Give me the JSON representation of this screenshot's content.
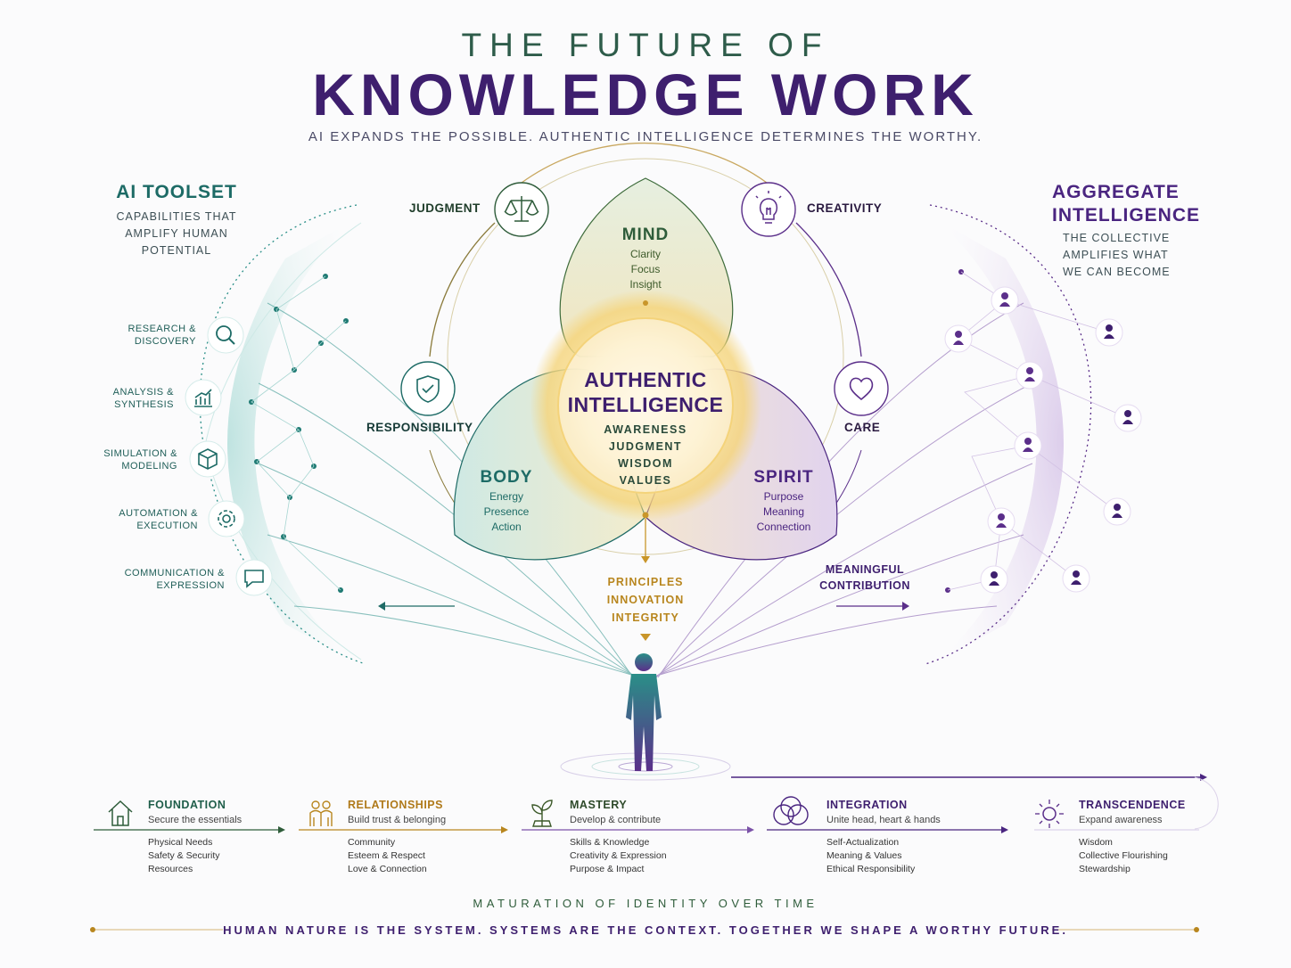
{
  "header": {
    "line1": "THE FUTURE OF",
    "line2": "KNOWLEDGE WORK",
    "tagline": "AI EXPANDS THE POSSIBLE. AUTHENTIC INTELLIGENCE DETERMINES THE WORTHY."
  },
  "left_panel": {
    "title": "AI TOOLSET",
    "lines": [
      "CAPABILITIES THAT",
      "AMPLIFY HUMAN",
      "POTENTIAL"
    ],
    "tools": [
      {
        "l1": "RESEARCH &",
        "l2": "DISCOVERY",
        "icon": "search-icon"
      },
      {
        "l1": "ANALYSIS &",
        "l2": "SYNTHESIS",
        "icon": "chart-icon"
      },
      {
        "l1": "SIMULATION &",
        "l2": "MODELING",
        "icon": "cube-icon"
      },
      {
        "l1": "AUTOMATION &",
        "l2": "EXECUTION",
        "icon": "gear-icon"
      },
      {
        "l1": "COMMUNICATION &",
        "l2": "EXPRESSION",
        "icon": "chat-icon"
      }
    ]
  },
  "right_panel": {
    "title1": "AGGREGATE",
    "title2": "INTELLIGENCE",
    "lines": [
      "THE COLLECTIVE",
      "AMPLIFIES WHAT",
      "WE CAN BECOME"
    ]
  },
  "nodes": {
    "judgment": "JUDGMENT",
    "creativity": "CREATIVITY",
    "responsibility": "RESPONSIBILITY",
    "care": "CARE"
  },
  "center": {
    "title1": "AUTHENTIC",
    "title2": "INTELLIGENCE",
    "items": [
      "AWARENESS",
      "JUDGMENT",
      "WISDOM",
      "VALUES"
    ]
  },
  "mind": {
    "title": "MIND",
    "items": [
      "Clarity",
      "Focus",
      "Insight"
    ]
  },
  "body_lobe": {
    "title": "BODY",
    "items": [
      "Energy",
      "Presence",
      "Action"
    ]
  },
  "spirit": {
    "title": "SPIRIT",
    "items": [
      "Purpose",
      "Meaning",
      "Connection"
    ]
  },
  "principles": [
    "PRINCIPLES",
    "INNOVATION",
    "INTEGRITY"
  ],
  "contribution": [
    "MEANINGFUL",
    "CONTRIBUTION"
  ],
  "stages": [
    {
      "title": "FOUNDATION",
      "sub": "Secure the essentials",
      "items": [
        "Physical Needs",
        "Safety & Security",
        "Resources"
      ],
      "color": "#1f5e4a",
      "icon": "house-icon"
    },
    {
      "title": "RELATIONSHIPS",
      "sub": "Build trust & belonging",
      "items": [
        "Community",
        "Esteem & Respect",
        "Love & Connection"
      ],
      "color": "#b07a1a",
      "icon": "people-icon"
    },
    {
      "title": "MASTERY",
      "sub": "Develop & contribute",
      "items": [
        "Skills & Knowledge",
        "Creativity & Expression",
        "Purpose & Impact"
      ],
      "color": "#3d5a2a",
      "icon": "sprout-icon"
    },
    {
      "title": "INTEGRATION",
      "sub": "Unite head, heart & hands",
      "items": [
        "Self-Actualization",
        "Meaning & Values",
        "Ethical Responsibility"
      ],
      "color": "#4a2580",
      "icon": "circles-icon"
    },
    {
      "title": "TRANSCENDENCE",
      "sub": "Expand awareness",
      "items": [
        "Wisdom",
        "Collective Flourishing",
        "Stewardship"
      ],
      "color": "#4a2580",
      "icon": "sun-icon"
    }
  ],
  "footer": {
    "maturation": "MATURATION OF IDENTITY OVER TIME",
    "closing": "HUMAN NATURE IS THE SYSTEM. SYSTEMS ARE THE CONTEXT. TOGETHER WE SHAPE A WORTHY FUTURE."
  },
  "colors": {
    "teal": "#1d6b66",
    "purple": "#4a2580",
    "gold": "#b8861e",
    "green": "#2e5c3a"
  }
}
